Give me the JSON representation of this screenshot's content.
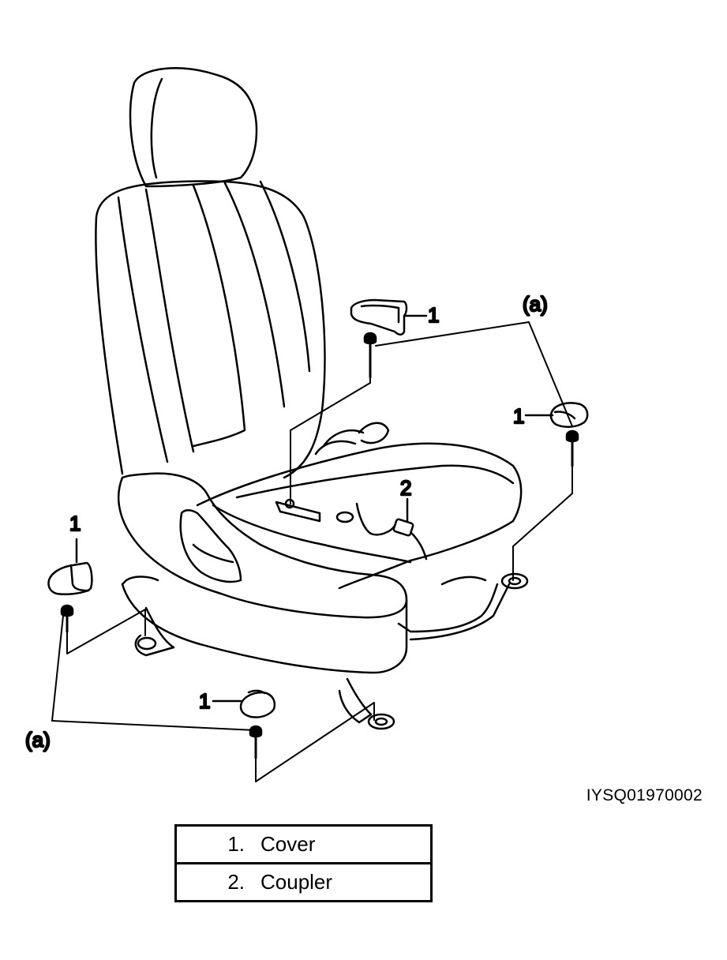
{
  "callouts": {
    "cover_top": "1",
    "cover_right": "1",
    "cover_left": "1",
    "cover_bottom": "1",
    "coupler": "2",
    "bolt_group_right": "(a)",
    "bolt_group_left": "(a)"
  },
  "reference_code": "IYSQ01970002",
  "legend": [
    {
      "number": "1.",
      "label": "Cover"
    },
    {
      "number": "2.",
      "label": "Coupler"
    }
  ]
}
